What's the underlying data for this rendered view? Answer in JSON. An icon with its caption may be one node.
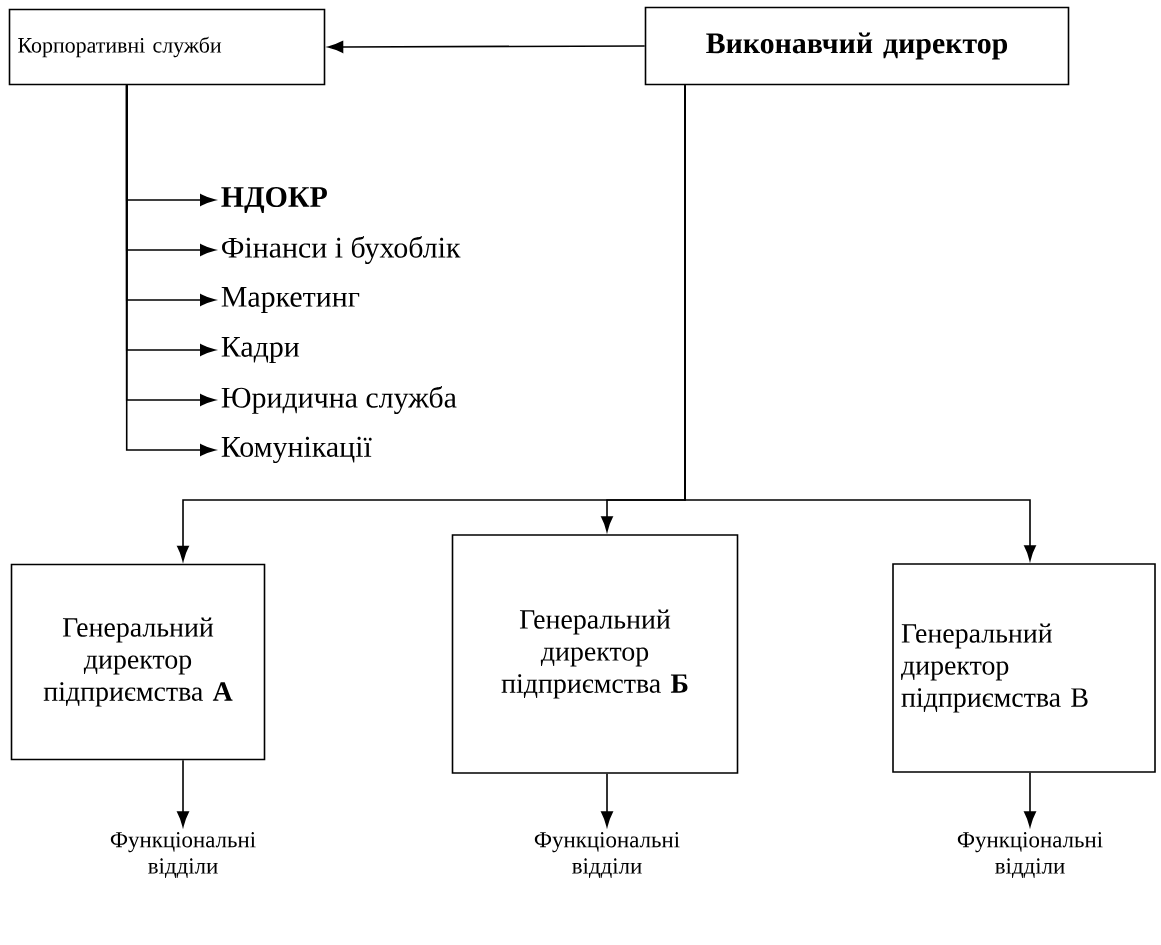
{
  "diagram": {
    "nodes": [
      {
        "text": [
          "Корпоративні служби"
        ]
      },
      {
        "text": [
          "Виконавчий директор"
        ]
      },
      {
        "text": [
          "НДОКР"
        ]
      },
      {
        "text": [
          "Фінанси і бухоблік"
        ]
      },
      {
        "text": [
          "Маркетинг"
        ]
      },
      {
        "text": [
          "Кадри"
        ]
      },
      {
        "text": [
          "Юридична служба"
        ]
      },
      {
        "text": [
          "Комунікації"
        ]
      },
      {
        "text": [
          "Генеральний директор підприємства **А**"
        ]
      },
      {
        "text": [
          "Генеральний директор підприємства **Б**"
        ]
      },
      {
        "text": [
          "Генеральний директор підприємства В"
        ]
      },
      {
        "text": [
          "Функціональні відділи"
        ]
      },
      {
        "text": [
          "Функціональні відділи"
        ]
      },
      {
        "text": [
          "Функціональні відділи"
        ]
      }
    ],
    "edges": [
      {
        "from": 1,
        "to": 0,
        "arrow": "to"
      },
      {
        "from": 0,
        "to": 2,
        "arrow": "to"
      },
      {
        "from": 0,
        "to": 3,
        "arrow": "to"
      },
      {
        "from": 0,
        "to": 4,
        "arrow": "to"
      },
      {
        "from": 0,
        "to": 5,
        "arrow": "to"
      },
      {
        "from": 0,
        "to": 6,
        "arrow": "to"
      },
      {
        "from": 0,
        "to": 7,
        "arrow": "to"
      },
      {
        "from": 1,
        "to": 8,
        "arrow": "to"
      },
      {
        "from": 1,
        "to": 9,
        "arrow": "to"
      },
      {
        "from": 1,
        "to": 10,
        "arrow": "to"
      },
      {
        "from": 8,
        "to": 11,
        "arrow": "to"
      },
      {
        "from": 9,
        "to": 12,
        "arrow": "to"
      },
      {
        "from": 10,
        "to": 13,
        "arrow": "to"
      }
    ]
  }
}
